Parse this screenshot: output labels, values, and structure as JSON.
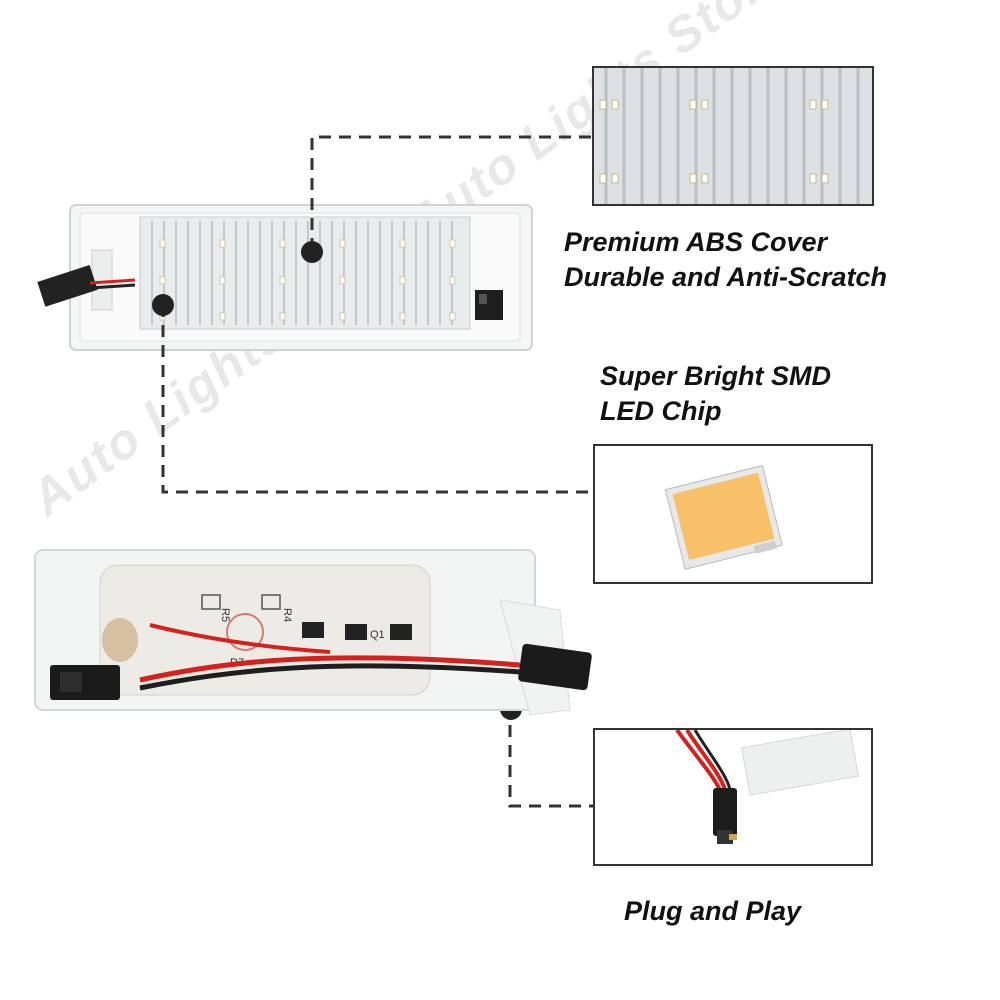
{
  "captions": {
    "abs_cover_line1": "Premium ABS Cover",
    "abs_cover_line2": "Durable and Anti-Scratch",
    "smd_line1": "Super Bright SMD",
    "smd_line2": "LED Chip",
    "plug": "Plug and Play"
  },
  "watermark": "Auto Lights Store Auto Lights Store Auto Lights Store",
  "pcb_labels": {
    "r5": "R5",
    "r4": "R4",
    "r7": "R7",
    "q1": "Q1"
  },
  "colors": {
    "led_chip": "#f7c069",
    "wire_red": "#d6201d",
    "dash": "#333333"
  }
}
